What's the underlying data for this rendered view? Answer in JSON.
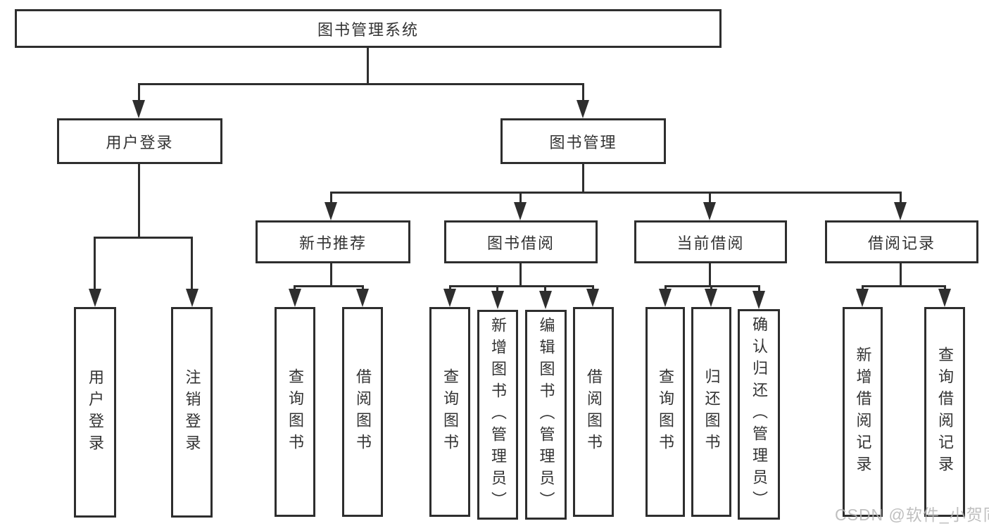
{
  "tree": {
    "root": {
      "label": "图书管理系统"
    },
    "children": [
      {
        "label": "用户登录",
        "children": [
          {
            "label": "用户登录"
          },
          {
            "label": "注销登录"
          }
        ]
      },
      {
        "label": "图书管理",
        "children": [
          {
            "label": "新书推荐",
            "children": [
              {
                "label": "查询图书"
              },
              {
                "label": "借阅图书"
              }
            ]
          },
          {
            "label": "图书借阅",
            "children": [
              {
                "label": "查询图书"
              },
              {
                "label": "新增图书（管理员）"
              },
              {
                "label": "编辑图书（管理员）"
              },
              {
                "label": "借阅图书"
              }
            ]
          },
          {
            "label": "当前借阅",
            "children": [
              {
                "label": "查询图书"
              },
              {
                "label": "归还图书"
              },
              {
                "label": "确认归还（管理员）"
              }
            ]
          },
          {
            "label": "借阅记录",
            "children": [
              {
                "label": "新增借阅记录"
              },
              {
                "label": "查询借阅记录"
              }
            ]
          }
        ]
      }
    ]
  },
  "watermark": {
    "text": "CSDN @软件_小贺同学"
  },
  "colors": {
    "line": "#2e2e2e",
    "text": "#333333",
    "background": "#ffffff",
    "watermark": "#b5b5b5"
  }
}
